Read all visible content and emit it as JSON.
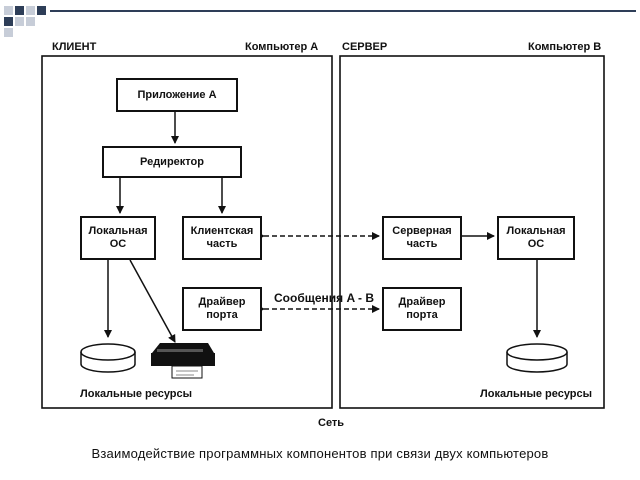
{
  "client": {
    "title": "КЛИЕНТ",
    "computer": "Компьютер A",
    "app_box": "Приложение A",
    "redirector_box": "Редиректор",
    "local_os_box": "Локальная\nОС",
    "client_part_box": "Клиентская\nчасть",
    "port_driver_box": "Драйвер\nпорта",
    "resources": "Локальные ресурсы"
  },
  "server": {
    "title": "СЕРВЕР",
    "computer": "Компьютер B",
    "server_part_box": "Серверная\nчасть",
    "local_os_box": "Локальная\nОС",
    "port_driver_box": "Драйвер\nпорта",
    "resources": "Локальные ресурсы"
  },
  "messages_label": "Сообщения A - B",
  "network_label": "Сеть",
  "caption": "Взаимодействие программных компонентов при связи двух компьютеров",
  "colors": {
    "corner_dark": "#2e3e58",
    "corner_light": "#c7cdd8",
    "corner_bar": "#2e3e58",
    "line": "#111111"
  },
  "icons": {
    "disk": "disk-cylinder-icon",
    "printer": "printer-icon"
  }
}
